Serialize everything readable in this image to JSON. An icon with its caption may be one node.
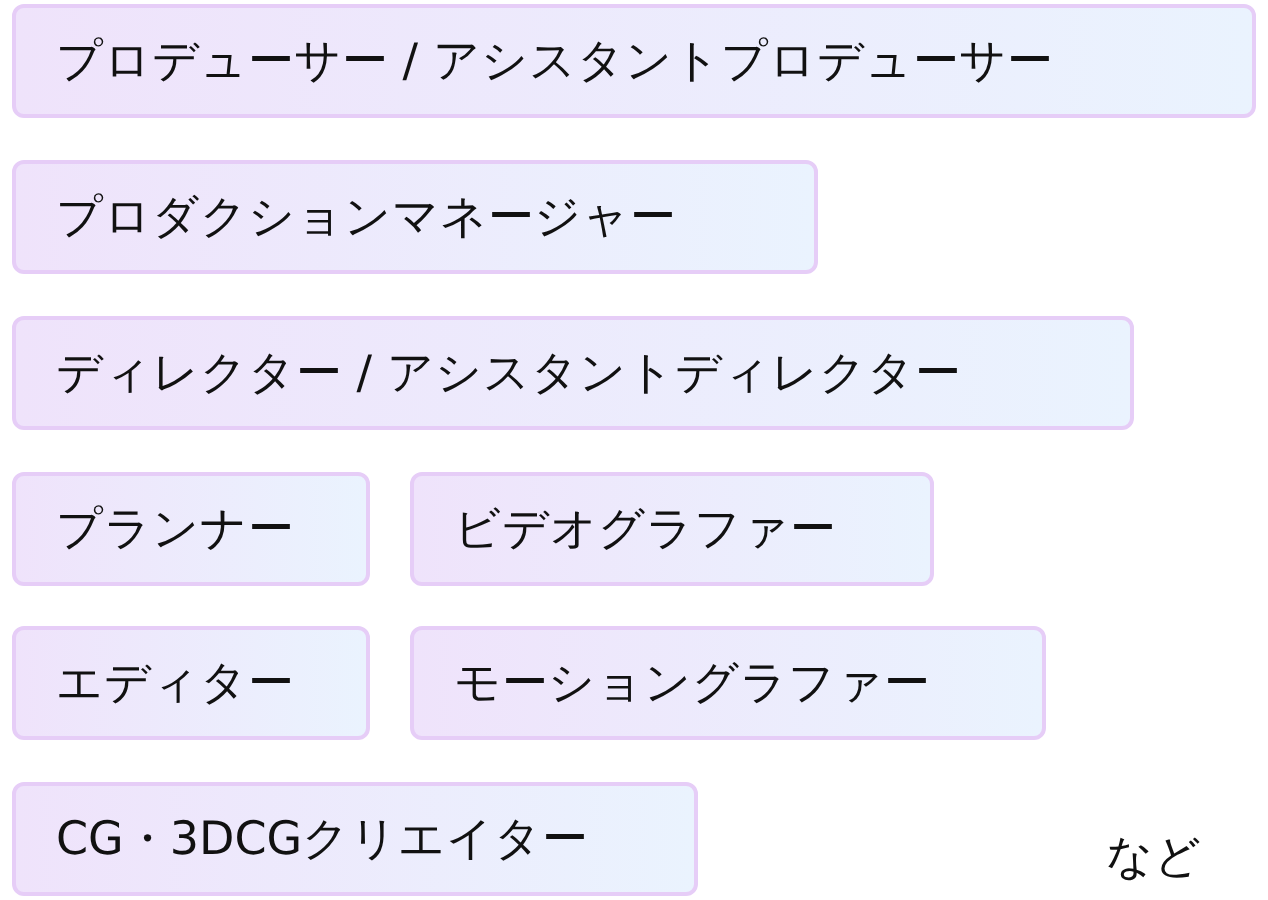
{
  "diagram": {
    "nodes": [
      {
        "text": [
          "プロデューサー / アシスタントプロデューサー"
        ]
      },
      {
        "text": [
          "プロダクションマネージャー"
        ]
      },
      {
        "text": [
          "ディレクター / アシスタントディレクター"
        ]
      },
      {
        "text": [
          "プランナー"
        ]
      },
      {
        "text": [
          "ビデオグラファー"
        ]
      },
      {
        "text": [
          "エディター"
        ]
      },
      {
        "text": [
          "モーショングラファー"
        ]
      },
      {
        "text": [
          "CG・3DCGクリエイター"
        ]
      }
    ],
    "labels": [
      "など"
    ]
  }
}
